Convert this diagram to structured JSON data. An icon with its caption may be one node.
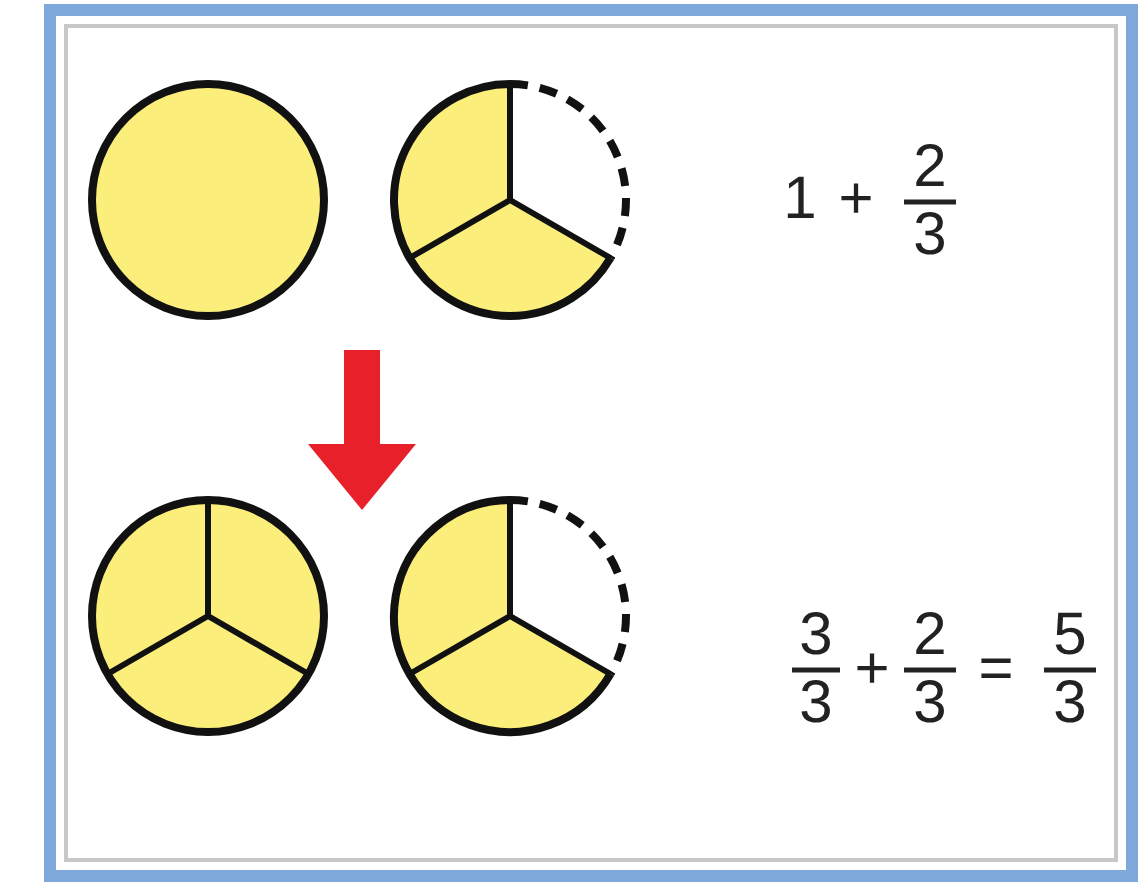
{
  "diagram": {
    "labels": [
      "1",
      "+",
      "2",
      "3",
      "3",
      "3",
      "+",
      "2",
      "3",
      "=",
      "5",
      "3"
    ]
  }
}
